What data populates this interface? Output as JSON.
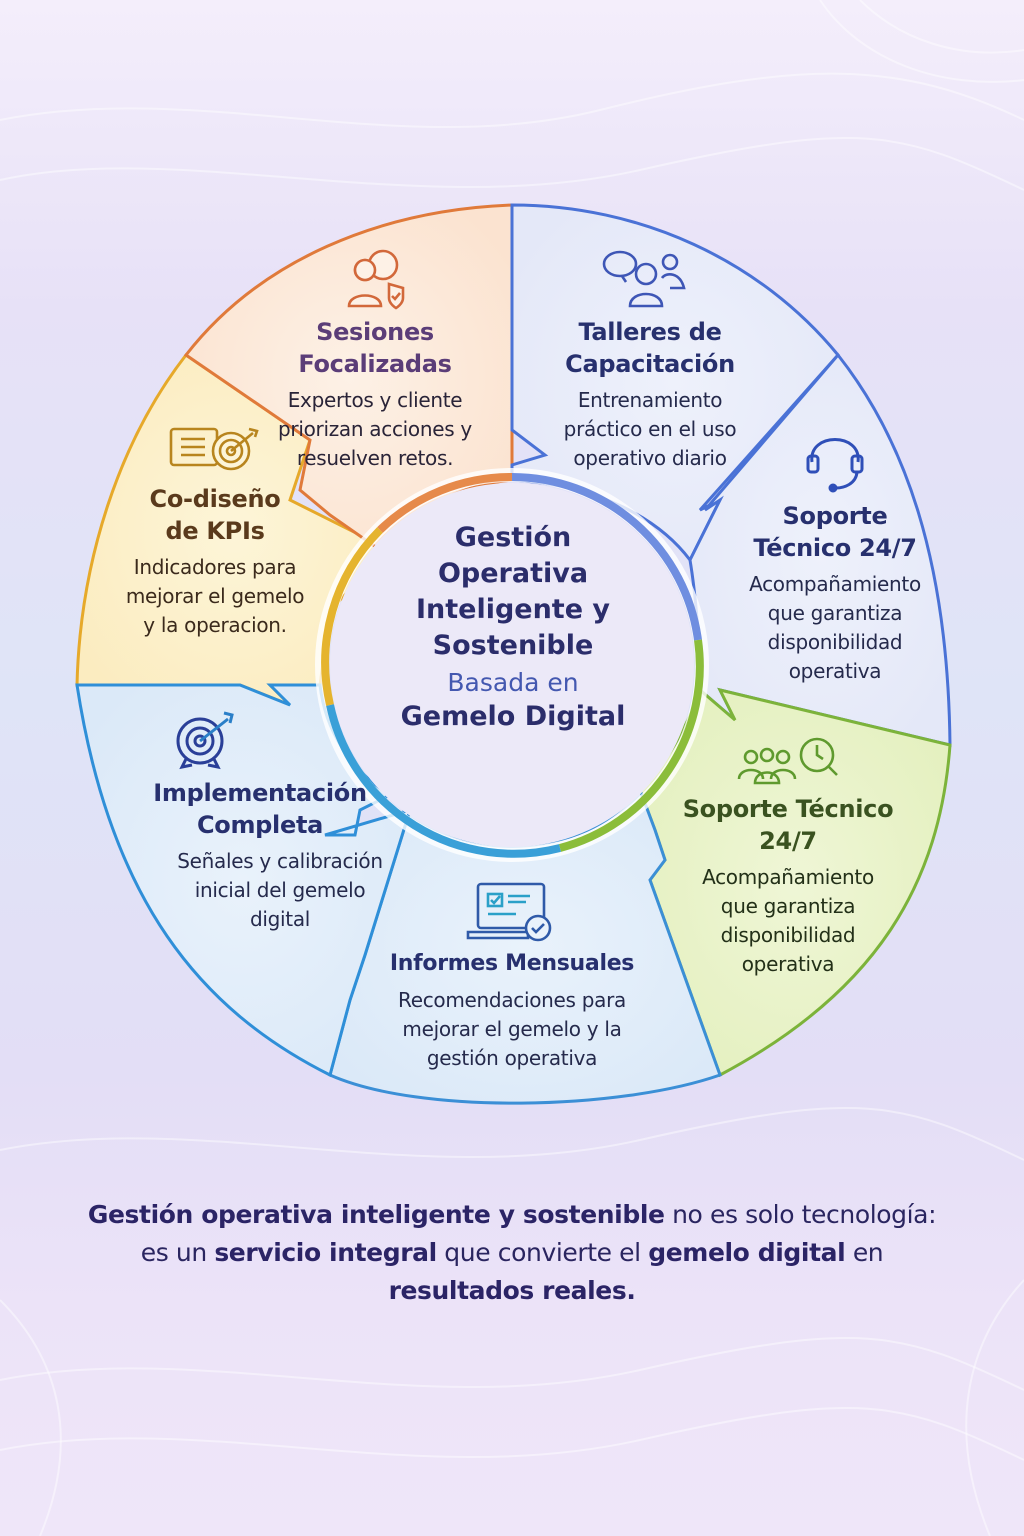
{
  "center": {
    "title_lines": [
      "Gestión",
      "Operativa",
      "Inteligente y",
      "Sostenible"
    ],
    "subtitle_line1": "Basada en",
    "subtitle_line2": "Gemelo Digital"
  },
  "segments": [
    {
      "id": "sesiones",
      "icon": "people-shield-check-icon",
      "title_lines": [
        "Sesiones",
        "Focalizadas"
      ],
      "desc_lines": [
        "Expertos y cliente",
        "priorizan acciones y",
        "resuelven retos."
      ],
      "color": "#e07a3a",
      "title_color": "#5b3d78"
    },
    {
      "id": "talleres",
      "icon": "people-speech-bubble-icon",
      "title_lines": [
        "Talleres de",
        "Capacitación"
      ],
      "desc_lines": [
        "Entrenamiento",
        "práctico en el uso",
        "operativo diario"
      ],
      "color": "#4a72d6",
      "title_color": "#27306e"
    },
    {
      "id": "soporte1",
      "icon": "headset-icon",
      "title_lines": [
        "Soporte",
        "Técnico 24/7"
      ],
      "desc_lines": [
        "Acompañamiento",
        "que garantiza",
        "disponibilidad",
        "operativa"
      ],
      "color": "#4a72d6",
      "title_color": "#27306e"
    },
    {
      "id": "soporte2",
      "icon": "team-clock-icon",
      "title_lines": [
        "Soporte Técnico",
        "24/7"
      ],
      "desc_lines": [
        "Acompañamiento",
        "que garantiza",
        "disponibilidad",
        "operativa"
      ],
      "color": "#7cb33a",
      "title_color": "#3a5220"
    },
    {
      "id": "informes",
      "icon": "laptop-report-check-icon",
      "title_lines": [
        "Informes Mensuales"
      ],
      "desc_lines": [
        "Recomendaciones para",
        "mejorar el gemelo y la",
        "gestión operativa"
      ],
      "color": "#3b8fd6",
      "title_color": "#27306e"
    },
    {
      "id": "implementacion",
      "icon": "target-arrow-icon",
      "title_lines": [
        "Implementación",
        "Completa"
      ],
      "desc_lines": [
        "Señales y calibración",
        "inicial del gemelo",
        "digital"
      ],
      "color": "#2f8fd8",
      "title_color": "#27306e"
    },
    {
      "id": "kpis",
      "icon": "document-target-icon",
      "title_lines": [
        "Co-diseño",
        "de KPIs"
      ],
      "desc_lines": [
        "Indicadores para",
        "mejorar el gemelo",
        "y la operacion."
      ],
      "color": "#e6a92a",
      "title_color": "#5a3a1c"
    }
  ],
  "footer": {
    "bold1": "Gestión operativa inteligente y sostenible",
    "text1": " no es solo tecnología:",
    "text2a": "es un ",
    "bold2": "servicio integral",
    "text2b": " que convierte el ",
    "bold3": "gemelo digital",
    "text2c": " en",
    "bold4": "resultados reales."
  }
}
